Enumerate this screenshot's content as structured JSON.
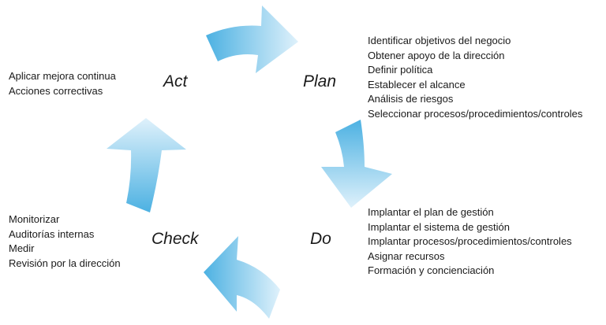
{
  "colors": {
    "arrow_dark": "#4cb1e2",
    "arrow_light": "#dff1fb"
  },
  "phases": {
    "plan": "Plan",
    "do": "Do",
    "check": "Check",
    "act": "Act"
  },
  "plan_items": [
    "Identificar objetivos del negocio",
    "Obtener apoyo de la dirección",
    "Definir política",
    "Establecer el alcance",
    "Análisis de riesgos",
    "Seleccionar procesos/procedimientos/controles"
  ],
  "do_items": [
    "Implantar el plan de gestión",
    "Implantar el sistema de gestión",
    "Implantar procesos/procedimientos/controles",
    "Asignar recursos",
    "Formación y concienciación"
  ],
  "check_items": [
    "Monitorizar",
    "Auditorías internas",
    "Medir",
    "Revisión por la dirección"
  ],
  "act_items": [
    "Aplicar mejora continua",
    "Acciones correctivas"
  ]
}
